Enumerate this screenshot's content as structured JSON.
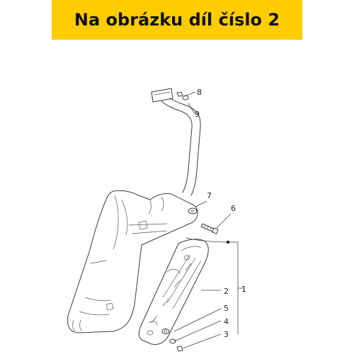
{
  "banner": {
    "text": "Na obrázku díl číslo 2",
    "background": "#FFCC00"
  },
  "diagram": {
    "callouts": {
      "c1": "1",
      "c2": "2",
      "c3": "3",
      "c4": "4",
      "c5": "5",
      "c6": "6",
      "c7": "7",
      "c8": "8",
      "c9": "9"
    }
  }
}
